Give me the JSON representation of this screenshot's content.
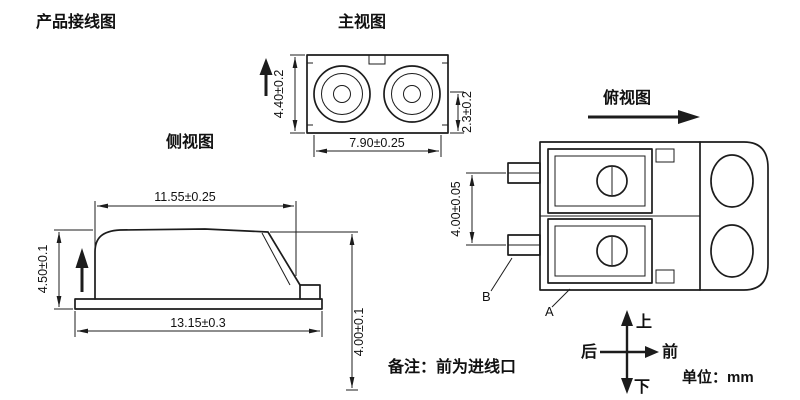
{
  "title": "产品接线图",
  "note": "备注：前为进线口",
  "unit": "单位：mm",
  "views": {
    "front": {
      "label": "主视图",
      "dim_height": "4.40±0.2",
      "dim_inner_height": "2.3±0.2",
      "dim_width": "7.90±0.25"
    },
    "side": {
      "label": "侧视图",
      "dim_top_width": "11.55±0.25",
      "dim_height": "4.50±0.1",
      "dim_base_width": "13.15±0.3",
      "dim_right_height": "4.00±0.1"
    },
    "top": {
      "label": "俯视图",
      "dim_pin_pitch": "4.00±0.05",
      "label_a": "A",
      "label_b": "B"
    }
  },
  "compass": {
    "up": "上",
    "down": "下",
    "front": "前",
    "back": "后"
  },
  "colors": {
    "line": "#1c1c1c",
    "background": "#ffffff"
  }
}
